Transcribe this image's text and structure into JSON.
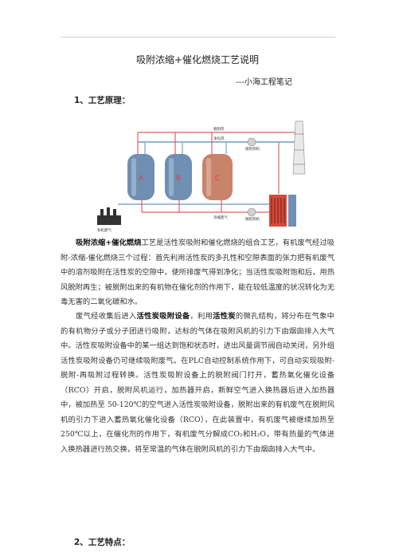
{
  "document": {
    "title": "吸附浓缩+催化燃烧工艺说明",
    "author": "---小海工程笔记",
    "section1": "1、工艺原理：",
    "section2": "2、工艺特点：",
    "para1": {
      "lead": "吸附浓缩+催化燃烧",
      "rest": "工艺是活性炭吸附和催化燃烧的组合工艺，有机废气经过吸附-浓缩-催化燃烧三个过程：首先利用活性炭的多孔性和空隙表面的张力把有机废气中的溶剂吸附在活性炭的空隙中，使所排废气得到净化；当活性炭吸附饱和后，用热风脱附再生；被脱附出来的有机物在催化剂的作用下，能在较低温度的状况转化为无毒无害的二氧化碳和水。"
    },
    "para2": {
      "a": "废气经收集后进入",
      "b": "活性炭吸附设备",
      "c": "，利用",
      "d": "活性炭",
      "e": "的微孔结构，将分布在气象中的有机物分子或分子团进行吸附，达标的气体在吸附风机的引力下由烟囱排入大气中。活性炭吸附设备中的某一组达到饱和状态时，进出风量调节阀自动关闭，另外组活性炭吸附设备仍可继续吸附废气。在PLC自动控制系统作用下，可自动实现吸附-脱附-再吸附过程转换。活性炭吸附设备上的脱附阀门打开，蓄热氧化催化设备（RCO）开启，脱附风机运行，加热器开启，新鲜空气进入换热器后进入加热器中，被加热至 50-120℃的空气进入活性炭吸附设备，脱附出来的有机废气在脱附风机的引力下进入蓄热氧化催化设备（RCO），在此装置中，有机废气被继续加热至250℃以上，在催化剂的作用下，有机废气分解成CO₂和H₂O，带有热量的气体进入换热器进行热交换，将至常温的气体在脱附风机的引力下由烟囱排入大气中。"
    },
    "diagram": {
      "tank_labels": [
        "A",
        "B",
        "C"
      ],
      "pipe_labels": {
        "desorb_air": "脱附风",
        "clean_air": "净化风",
        "concentrated_gas": "浓缩废气",
        "organic_waste_gas": "有机废气",
        "fan1": "吸附风机",
        "fan2": "脱附风机"
      },
      "colors": {
        "tank_ab": "#6f8fb3",
        "tank_c": "#c8846b",
        "pipe_blue": "#8fb4d8",
        "pipe_red": "#e06060",
        "heater": "#d24b3a"
      }
    }
  }
}
